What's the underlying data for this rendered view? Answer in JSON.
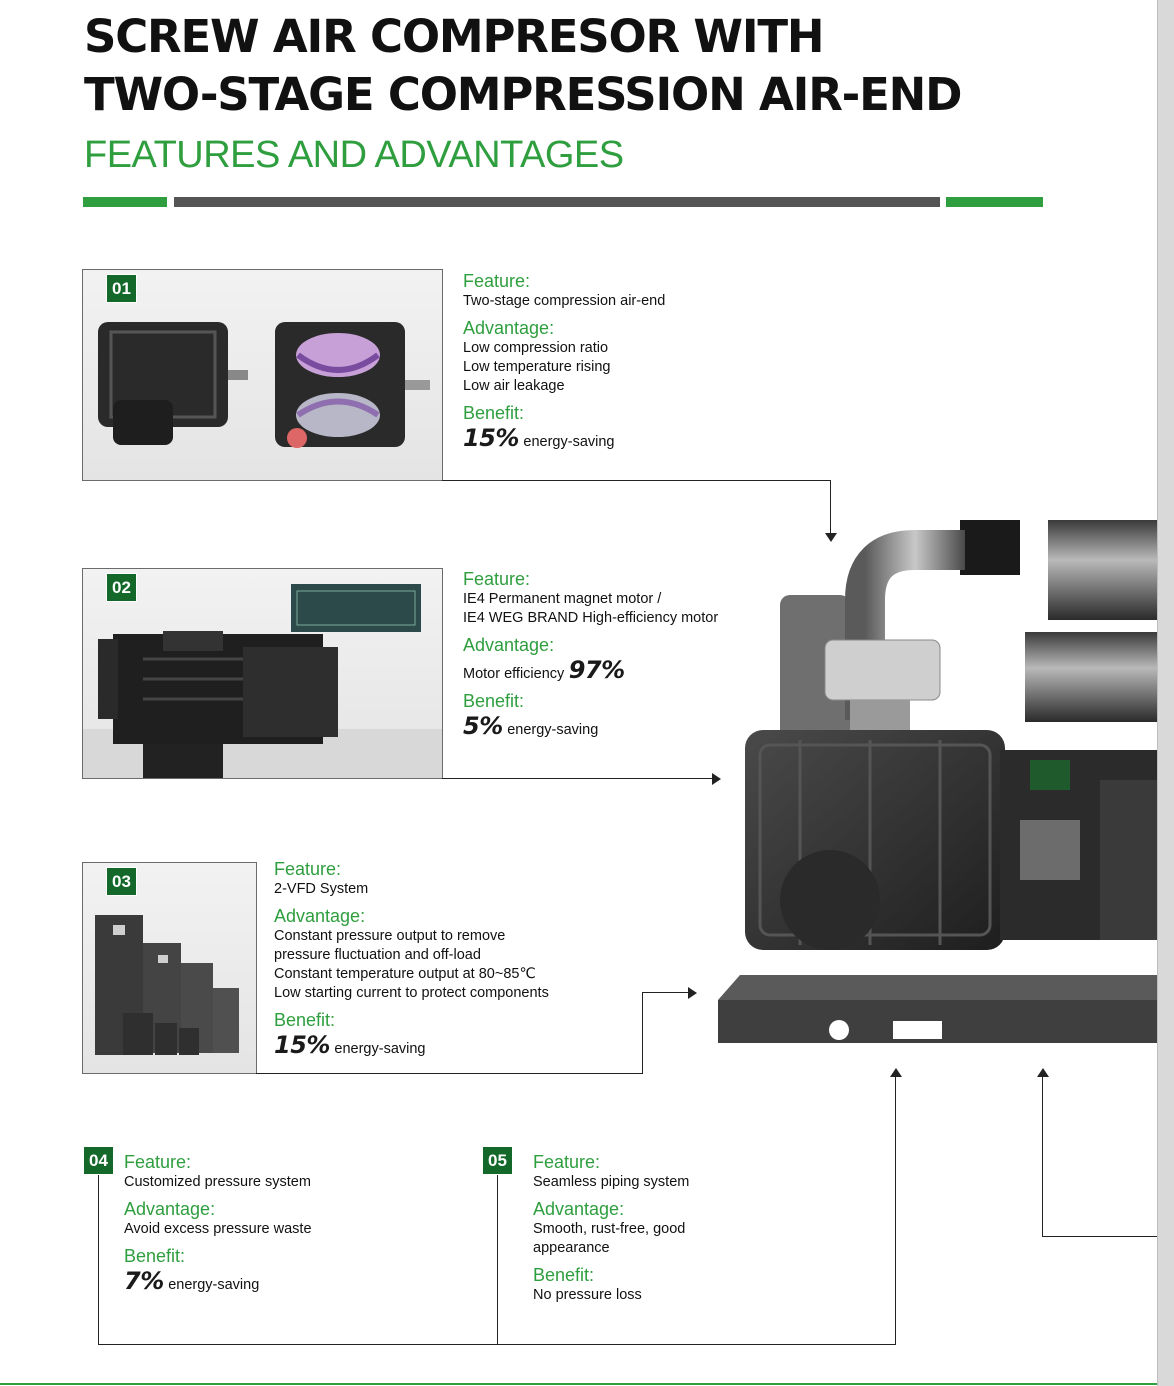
{
  "header": {
    "title_line1": "SCREW AIR COMPRESOR WITH",
    "title_line2": "TWO-STAGE COMPRESSION AIR-END",
    "subtitle": "FEATURES AND ADVANTAGES"
  },
  "colors": {
    "brand_green": "#2e9e3e",
    "tag_green": "#14692a",
    "bar_gray": "#555555"
  },
  "labels": {
    "feature": "Feature:",
    "advantage": "Advantage:",
    "benefit": "Benefit:",
    "energy_saving": "energy-saving"
  },
  "items": [
    {
      "number": "01",
      "feature": "Two-stage compression air-end",
      "advantages": [
        "Low compression ratio",
        "Low temperature rising",
        "Low air leakage"
      ],
      "benefit_value": "15%"
    },
    {
      "number": "02",
      "feature": [
        "IE4 Permanent magnet motor /",
        "IE4 WEG BRAND High-efficiency motor"
      ],
      "advantage_text": "Motor efficiency",
      "advantage_value": "97%",
      "benefit_value": "5%"
    },
    {
      "number": "03",
      "feature": "2-VFD System",
      "advantages": [
        "Constant pressure output to remove",
        "pressure fluctuation and off-load",
        "Constant temperature output at 80~85℃",
        "Low starting current to protect components"
      ],
      "benefit_value": "15%"
    },
    {
      "number": "04",
      "feature": "Customized pressure system",
      "advantages": [
        "Avoid excess pressure waste"
      ],
      "benefit_value": "7%"
    },
    {
      "number": "05",
      "feature": "Seamless piping system",
      "advantages": [
        "Smooth, rust-free, good",
        "appearance"
      ],
      "benefit_text": "No pressure loss"
    }
  ]
}
